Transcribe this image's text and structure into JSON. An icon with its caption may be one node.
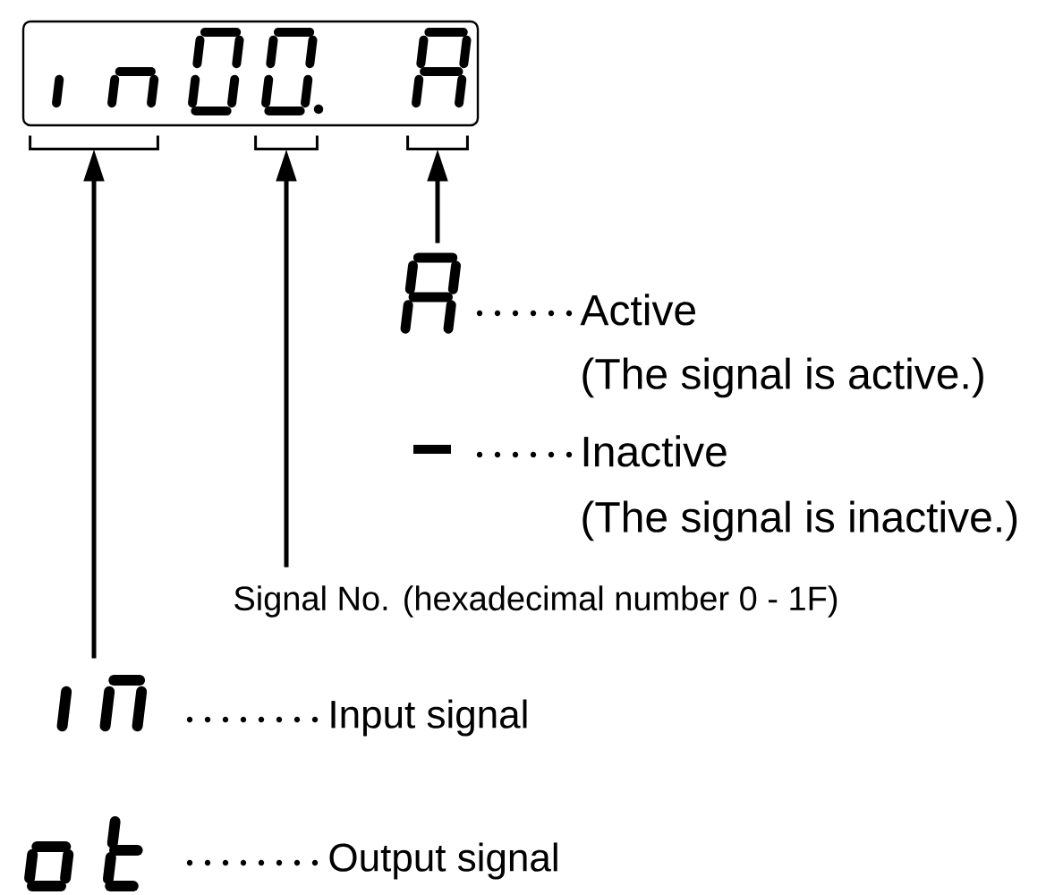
{
  "diagram": {
    "nodes": [
      {
        "text": [],
        "shape": "box"
      },
      {
        "text": [],
        "shape": "bar"
      },
      {
        "text": [],
        "shape": "bar"
      },
      {
        "text": [],
        "shape": "bar"
      },
      {
        "text": [],
        "shape": "picture"
      },
      {
        "text": [
          "Signal No. (hexadecimal number 0 - 1F)"
        ]
      },
      {
        "text": [],
        "shape": "picture"
      }
    ],
    "edges": [
      {
        "from": 4,
        "to": 3,
        "arrow": "to"
      },
      {
        "from": 5,
        "to": 2,
        "arrow": "to"
      },
      {
        "from": 6,
        "to": 1,
        "arrow": "to"
      }
    ],
    "labels": [
      "Active",
      "(The signal is active.)",
      "Inactive",
      "(The signal is inactive.)",
      "Input signal",
      "Output signal"
    ]
  }
}
